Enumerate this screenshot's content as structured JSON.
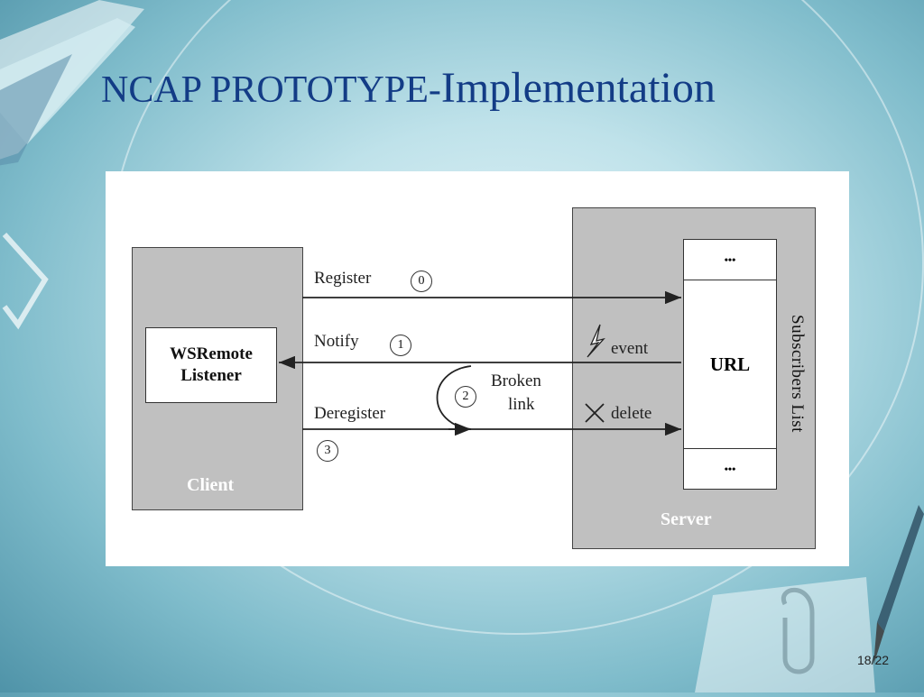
{
  "slide": {
    "title_part1": "NCAP PROTOTYPE-",
    "title_part2": "Implementation",
    "page_number": "18/22"
  },
  "diagram": {
    "client_label": "Client",
    "server_label": "Server",
    "listener_line1": "WSRemote",
    "listener_line2": "Listener",
    "subscribers_list_label": "Subscribers List",
    "subscriber_top": "•••",
    "subscriber_url": "URL",
    "subscriber_bottom": "•••",
    "register_label": "Register",
    "register_step": "0",
    "notify_label": "Notify",
    "notify_step": "1",
    "broken_link_line1": "Broken",
    "broken_link_line2": "link",
    "broken_step": "2",
    "deregister_label": "Deregister",
    "deregister_step": "3",
    "event_label": "event",
    "delete_label": "delete"
  }
}
